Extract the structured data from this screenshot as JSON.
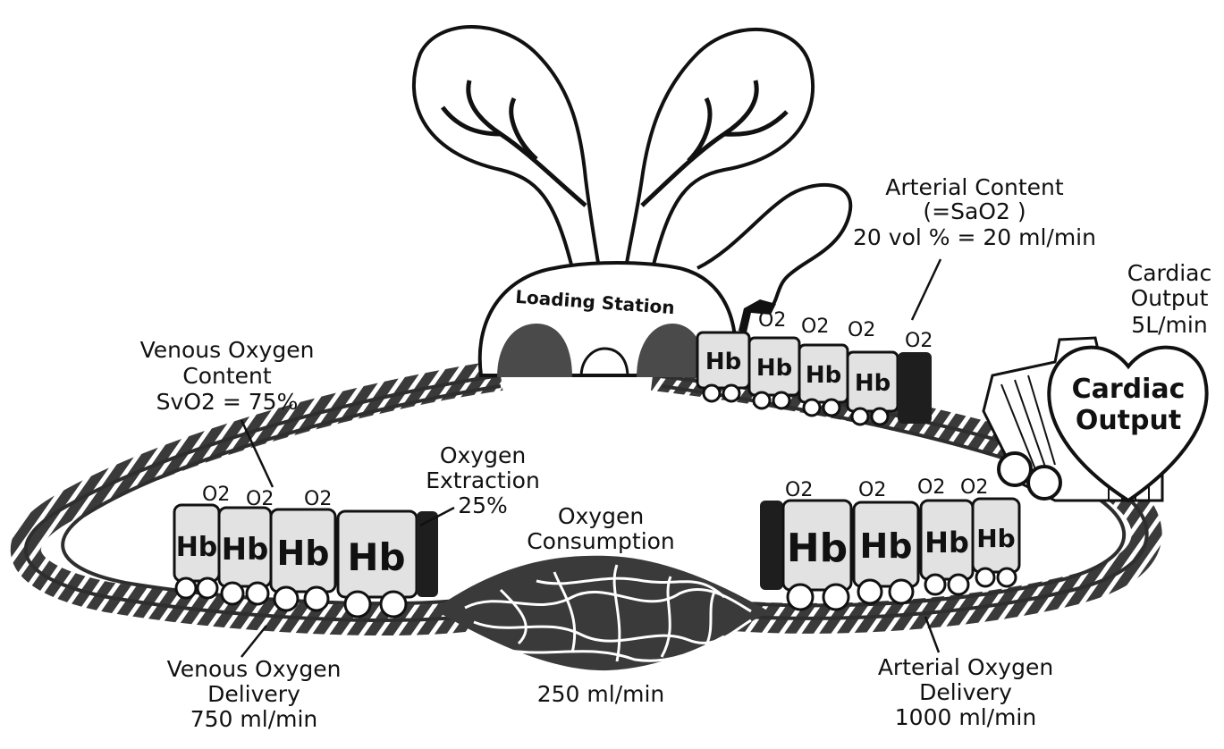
{
  "labels": {
    "loading_station": "Loading Station",
    "arterial_content": [
      "Arterial Content",
      "(=SaO2 )",
      "20 vol % = 20 ml/min"
    ],
    "cardiac_output_side": [
      "Cardiac",
      "Output",
      "5L/min"
    ],
    "heart_text": [
      "Cardiac",
      "Output"
    ],
    "venous_content": [
      "Venous Oxygen",
      "Content",
      "SvO2 = 75%"
    ],
    "oxygen_extraction": [
      "Oxygen",
      "Extraction",
      "25%"
    ],
    "oxygen_consumption": [
      "Oxygen",
      "Consumption"
    ],
    "consumption_rate": "250 ml/min",
    "venous_delivery": [
      "Venous Oxygen",
      "Delivery",
      "750 ml/min"
    ],
    "arterial_delivery": [
      "Arterial Oxygen",
      "Delivery",
      "1000 ml/min"
    ],
    "car_label": "Hb",
    "o2_label": "O2"
  },
  "colors": {
    "track": "#3a3a3a",
    "car_body": "#e2e2e2",
    "car_dark": "#1e1e1e",
    "tunnel": "#4a4a4a"
  }
}
